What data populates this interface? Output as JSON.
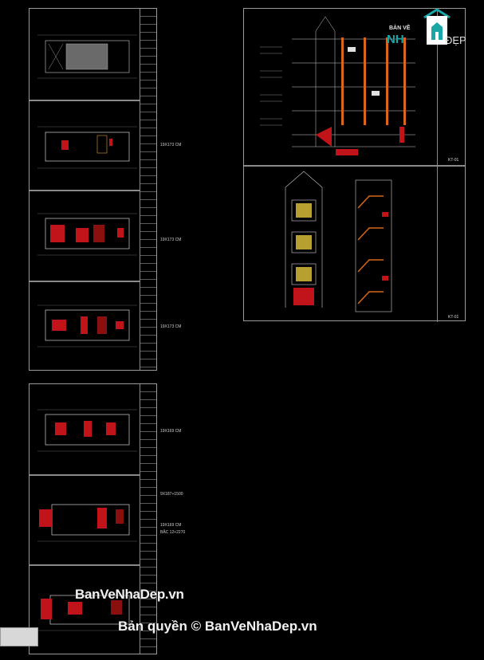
{
  "annotations": {
    "floor1": "19X173 CM",
    "floor2": "19X173 CM",
    "floor3": "19X173 CM",
    "floor4": "19X169 CM",
    "floor5a": "9X187+1500",
    "floor5b": "19X169 CM",
    "floor5c": "BẬC 12+2270"
  },
  "sheet_codes": {
    "section": "KT-01",
    "elevation": "KT-01"
  },
  "watermark": {
    "line1": "BanVeNhaDep.vn",
    "line2": "Bản quyền © BanVeNhaDep.vn"
  },
  "logo": {
    "small": "BẢN VẼ",
    "part1": "NH",
    "part2": "ĐẸP"
  },
  "colors": {
    "background": "#000000",
    "accent_red": "#c0141a",
    "logo_teal": "#1aa6a6"
  }
}
